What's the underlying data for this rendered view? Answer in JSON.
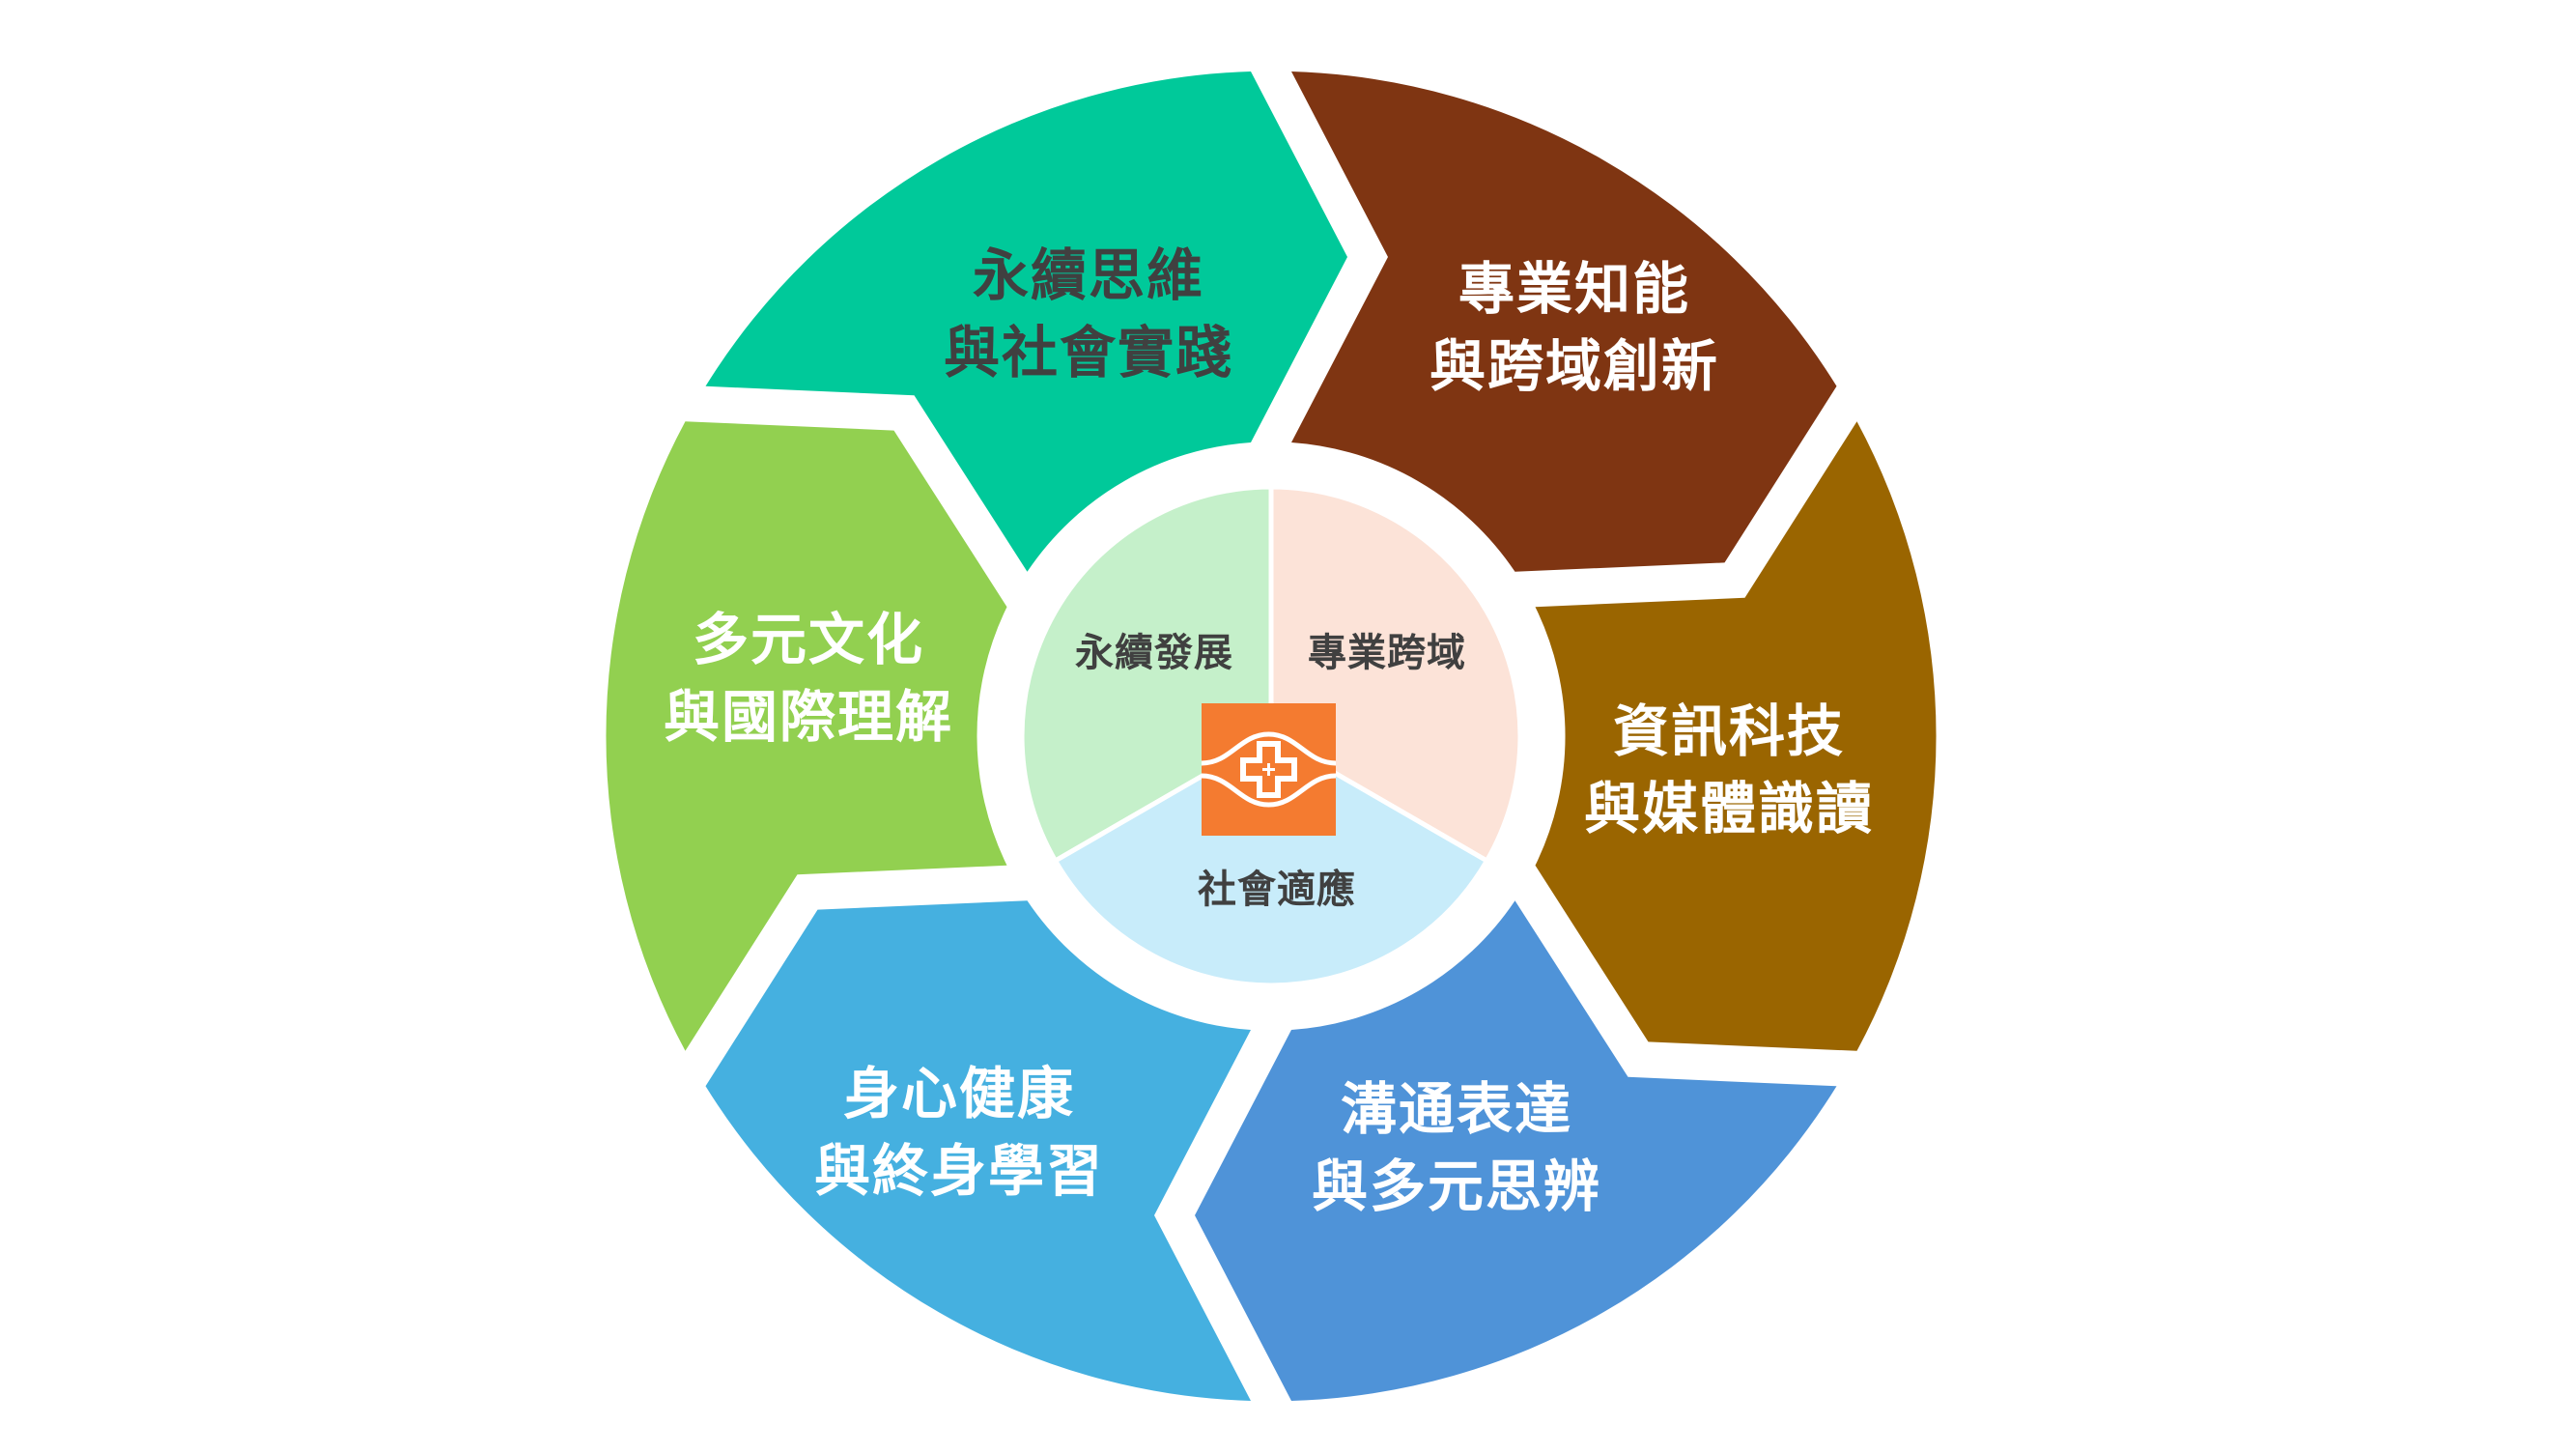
{
  "diagram": {
    "type": "cycle-ring",
    "colors": {
      "background": "#ffffff",
      "dark_text": "#404040",
      "light_text": "#ffffff",
      "logo_orange": "#F47B30"
    },
    "outer_segments": [
      {
        "id": "sustainability-social-practice",
        "line1": "永續思維",
        "line2": "與社會實踐",
        "fill": "#00C99A",
        "text_color": "#404040"
      },
      {
        "id": "professional-interdisciplinary",
        "line1": "專業知能",
        "line2": "與跨域創新",
        "fill": "#7F3512",
        "text_color": "#ffffff"
      },
      {
        "id": "it-media-literacy",
        "line1": "資訊科技",
        "line2": "與媒體識讀",
        "fill": "#9A6500",
        "text_color": "#ffffff"
      },
      {
        "id": "communication-critical-thinking",
        "line1": "溝通表達",
        "line2": "與多元思辨",
        "fill": "#4F93D8",
        "text_color": "#ffffff"
      },
      {
        "id": "health-lifelong-learning",
        "line1": "身心健康",
        "line2": "與終身學習",
        "fill": "#45B0E0",
        "text_color": "#ffffff"
      },
      {
        "id": "multiculture-international",
        "line1": "多元文化",
        "line2": "與國際理解",
        "fill": "#92D050",
        "text_color": "#ffffff"
      }
    ],
    "inner_sectors": [
      {
        "id": "sustainable-development",
        "label": "永續發展",
        "fill": "#C5F0CA"
      },
      {
        "id": "professional-cross-domain",
        "label": "專業跨域",
        "fill": "#FCE3D8"
      },
      {
        "id": "social-adaptation",
        "label": "社會適應",
        "fill": "#C8ECFA"
      }
    ],
    "center_logo": {
      "icon": "medical-cross-logo-icon"
    }
  }
}
